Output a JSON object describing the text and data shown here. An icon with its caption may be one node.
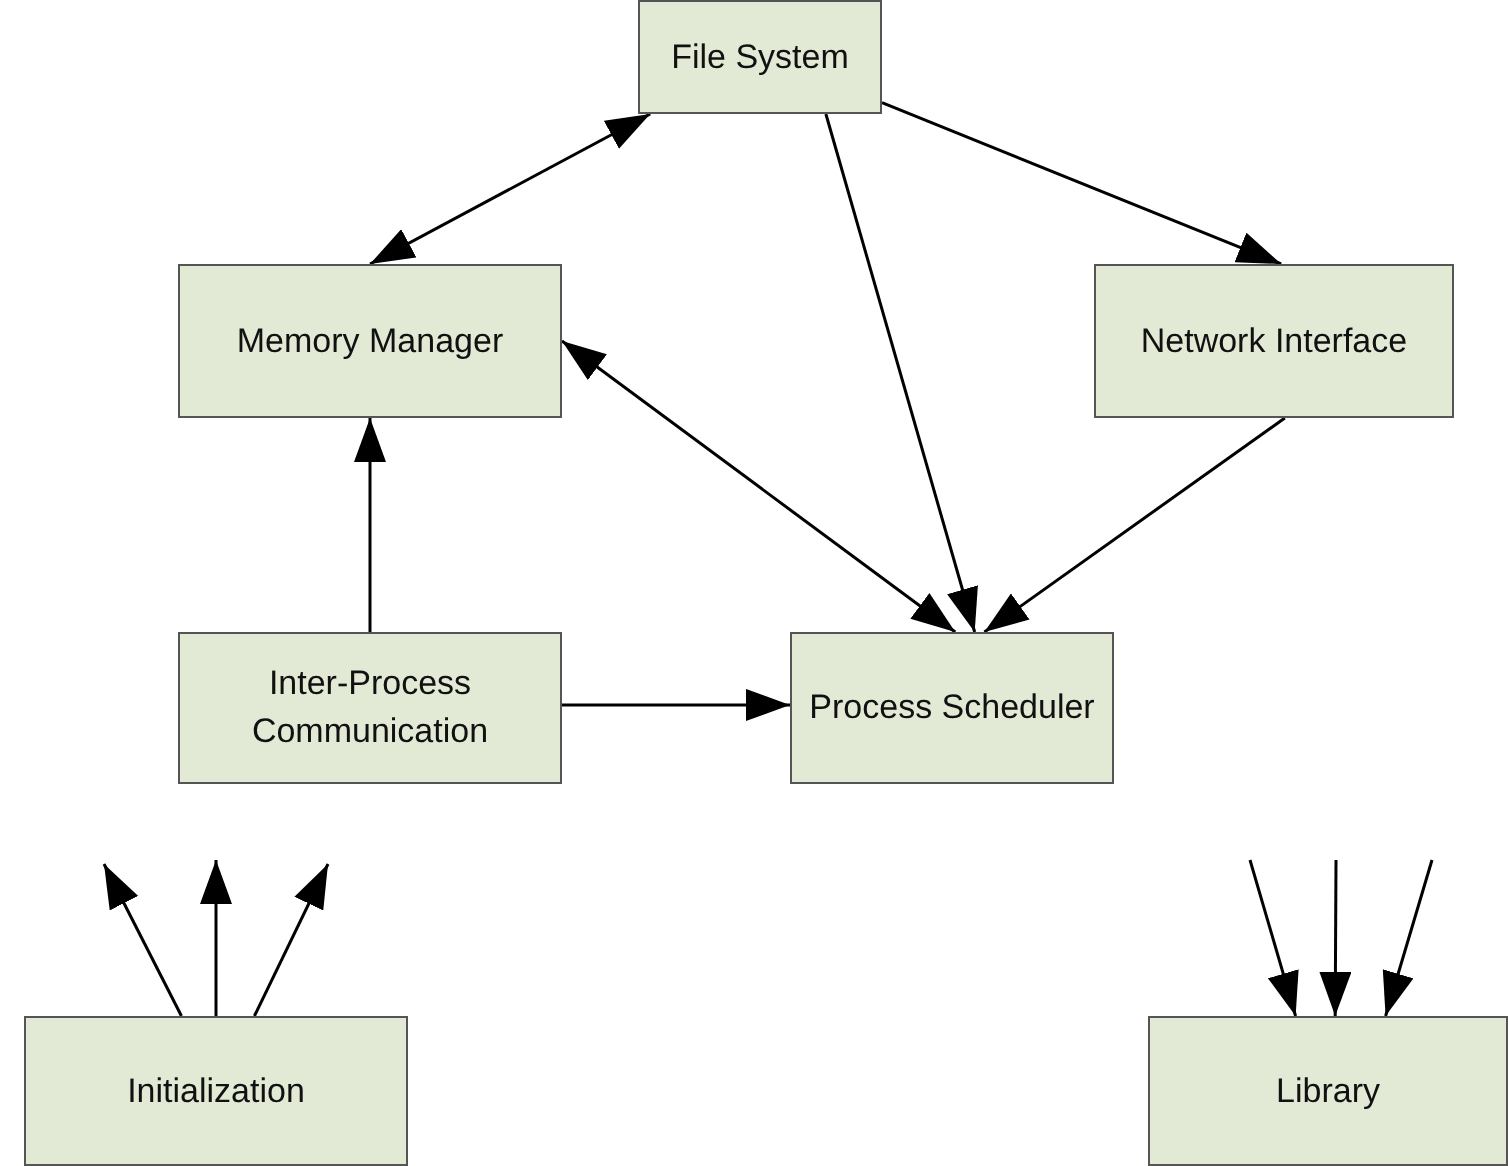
{
  "diagram": {
    "nodes": [
      {
        "text": [
          "File System"
        ]
      },
      {
        "text": [
          "Memory Manager"
        ]
      },
      {
        "text": [
          "Network Interface"
        ]
      },
      {
        "text": [
          "Inter-Process Communication"
        ]
      },
      {
        "text": [
          "Process Scheduler"
        ]
      },
      {
        "text": [
          "Initialization"
        ]
      },
      {
        "text": [
          "Library"
        ]
      }
    ],
    "edges": [
      {
        "from": 0,
        "to": 1,
        "arrow": "both"
      },
      {
        "from": 0,
        "to": 2,
        "arrow": "to"
      },
      {
        "from": 0,
        "to": 4,
        "arrow": "to"
      },
      {
        "from": 1,
        "to": 4,
        "arrow": "both"
      },
      {
        "from": 2,
        "to": 4,
        "arrow": "to"
      },
      {
        "from": 3,
        "to": 1,
        "arrow": "to"
      },
      {
        "from": 3,
        "to": 4,
        "arrow": "to"
      },
      {
        "from": 5,
        "to": null,
        "arrow": "to"
      },
      {
        "from": 5,
        "to": null,
        "arrow": "to"
      },
      {
        "from": 5,
        "to": null,
        "arrow": "to"
      },
      {
        "from": null,
        "to": 6,
        "arrow": "to"
      },
      {
        "from": null,
        "to": 6,
        "arrow": "to"
      },
      {
        "from": null,
        "to": 6,
        "arrow": "to"
      }
    ]
  }
}
